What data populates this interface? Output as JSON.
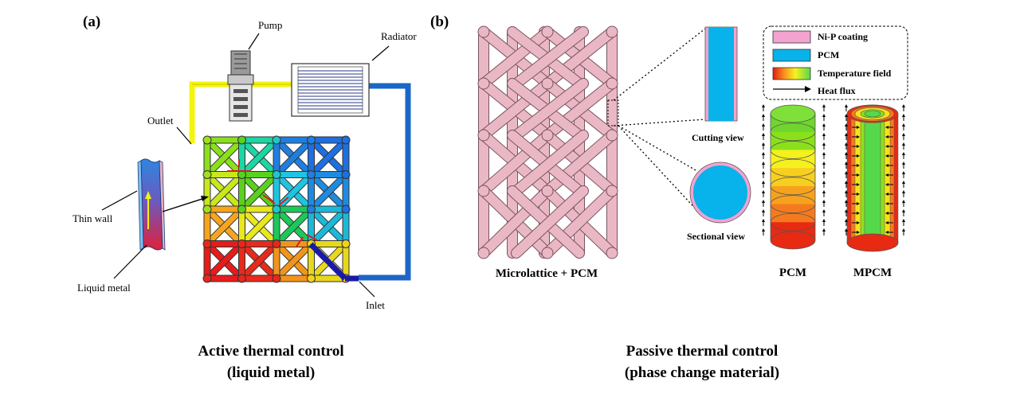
{
  "panel_a": {
    "tag": "(a)",
    "labels": {
      "pump": "Pump",
      "radiator": "Radiator",
      "outlet": "Outlet",
      "inlet": "Inlet",
      "thin_wall": "Thin wall",
      "liquid_metal": "Liquid metal"
    },
    "caption_line1": "Active thermal control",
    "caption_line2": "(liquid metal)"
  },
  "panel_b": {
    "tag": "(b)",
    "labels": {
      "microlattice": "Microlattice + PCM",
      "cutting_view": "Cutting view",
      "sectional_view": "Sectional view",
      "pcm": "PCM",
      "mpcm": "MPCM"
    },
    "legend": {
      "nip": "Ni-P coating",
      "pcm": "PCM",
      "temp": "Temperature field",
      "flux": "Heat flux"
    },
    "caption_line1": "Passive thermal control",
    "caption_line2": "(phase change material)"
  },
  "colors": {
    "nip_pink": "#f3a3cf",
    "pcm_blue": "#08b2ea",
    "lattice_pink": "#eab8c4",
    "pipe_yellow": "#f4f40e",
    "pipe_blue": "#1b66c6"
  }
}
